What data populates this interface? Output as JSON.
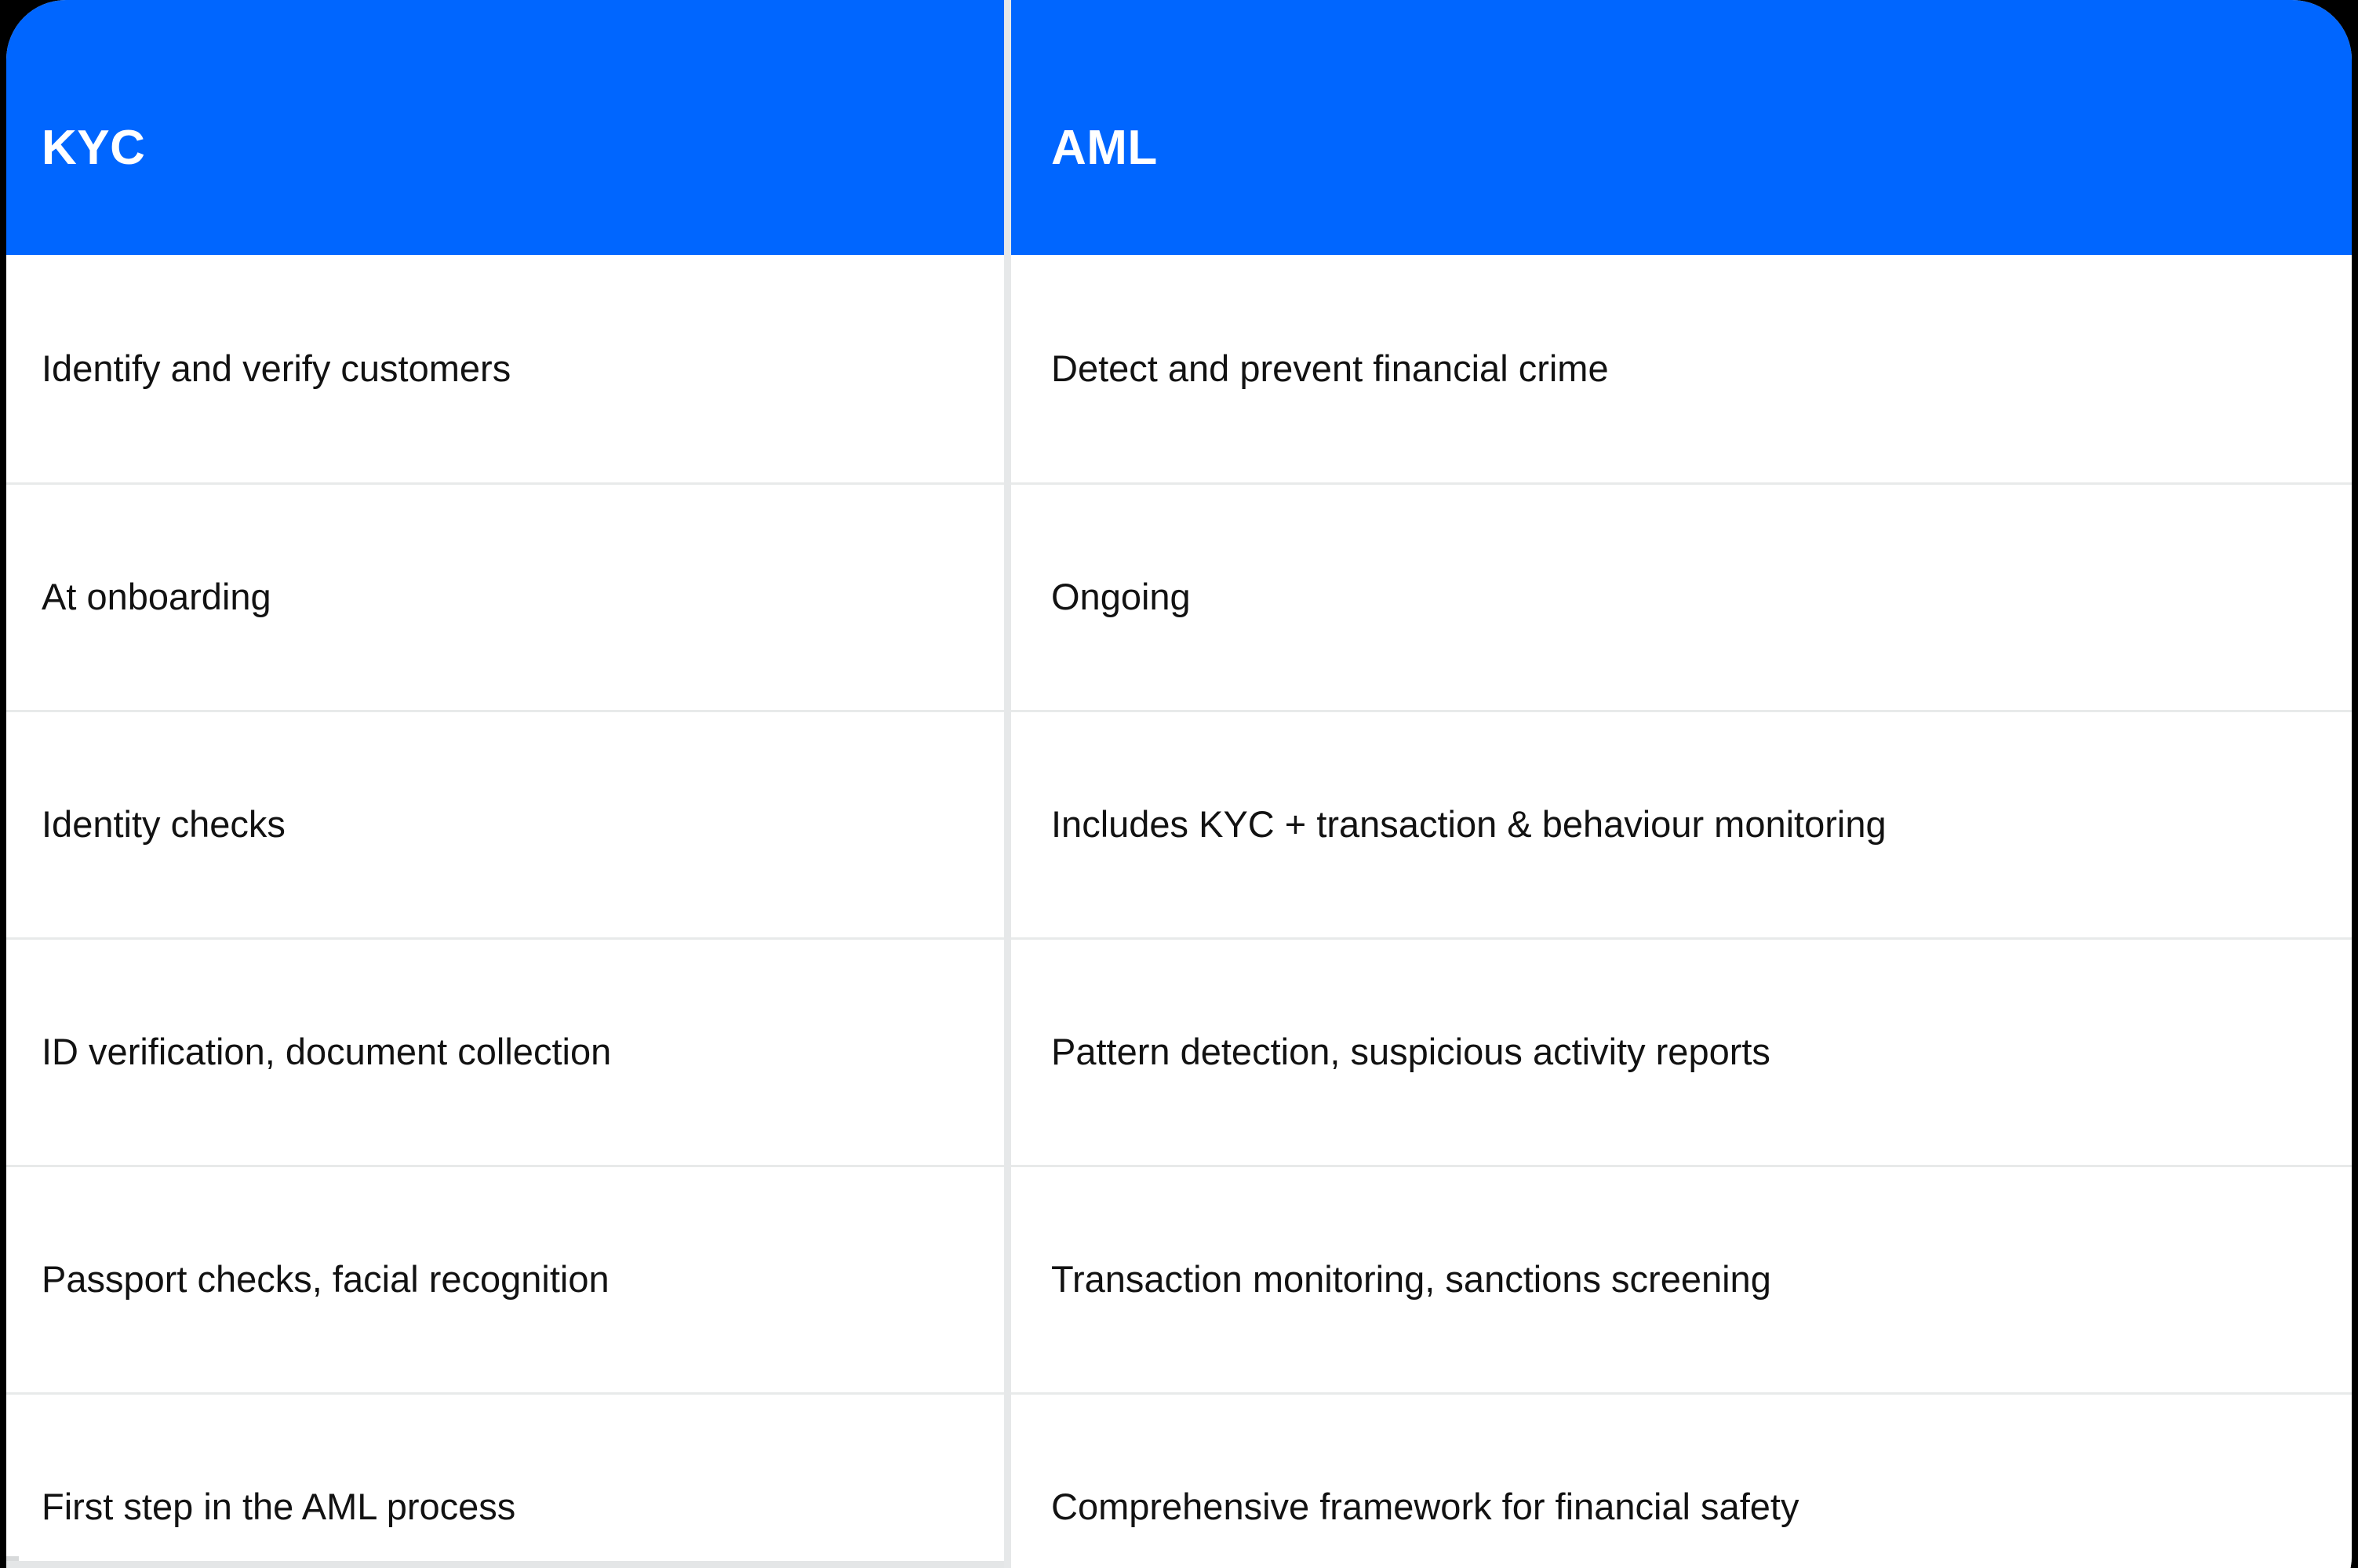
{
  "card": {
    "accent_color": "#0066FF",
    "surface_color": "#FFFFFF",
    "page_background": "#000000",
    "divider_color": "#E6E8E9",
    "row_separator_color": "#E8EAEA",
    "text_color": "#121212",
    "header_text_color": "#FFFFFF"
  },
  "table": {
    "headers": [
      {
        "label": "KYC"
      },
      {
        "label": "AML"
      }
    ],
    "rows": [
      {
        "kyc": "Identify and verify customers",
        "aml": "Detect and prevent financial crime"
      },
      {
        "kyc": "At onboarding",
        "aml": "Ongoing"
      },
      {
        "kyc": "Identity checks",
        "aml": "Includes KYC + transaction & behaviour monitoring"
      },
      {
        "kyc": "ID verification, document collection",
        "aml": "Pattern detection, suspicious activity reports"
      },
      {
        "kyc": "Passport checks, facial recognition",
        "aml": "Transaction monitoring, sanctions screening"
      },
      {
        "kyc": "First step in the AML process",
        "aml": "Comprehensive framework for financial safety"
      }
    ]
  }
}
